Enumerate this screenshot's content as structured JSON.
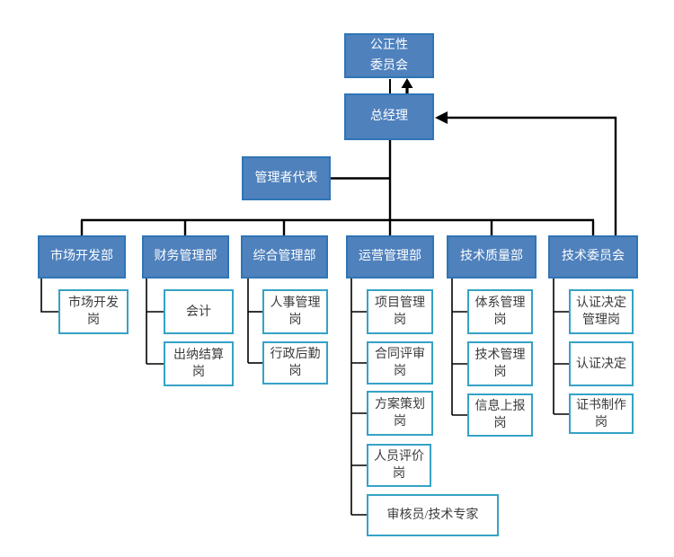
{
  "org": {
    "fairness_committee": "公正性\n委员会",
    "general_manager": "总经理",
    "management_rep": "管理者代表",
    "departments": [
      {
        "name": "市场开发部",
        "positions": [
          "市场开发\n岗"
        ]
      },
      {
        "name": "财务管理部",
        "positions": [
          "会计",
          "出纳结算\n岗"
        ]
      },
      {
        "name": "综合管理部",
        "positions": [
          "人事管理\n岗",
          "行政后勤\n岗"
        ]
      },
      {
        "name": "运营管理部",
        "positions": [
          "项目管理\n岗",
          "合同评审\n岗",
          "方案策划\n岗",
          "人员评价\n岗",
          "审核员/技术专家"
        ]
      },
      {
        "name": "技术质量部",
        "positions": [
          "体系管理\n岗",
          "技术管理\n岗",
          "信息上报\n岗"
        ]
      },
      {
        "name": "技术委员会",
        "positions": [
          "认证决定\n管理岗",
          "认证决定",
          "证书制作\n岗"
        ]
      }
    ]
  },
  "colors": {
    "node_fill": "#4f81bd",
    "node_border": "#2e75b6",
    "position_border": "#35a2c6",
    "connector": "#000000",
    "background": "#ffffff"
  }
}
